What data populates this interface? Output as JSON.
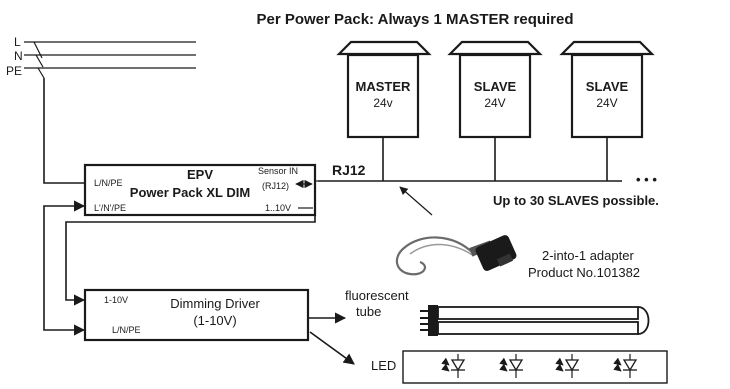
{
  "title": "Per Power Pack: Always 1 MASTER required",
  "mains": {
    "line_labels": [
      "L",
      "N",
      "PE"
    ]
  },
  "lamps": [
    {
      "name": "MASTER",
      "voltage": "24v"
    },
    {
      "name": "SLAVE",
      "voltage": "24V"
    },
    {
      "name": "SLAVE",
      "voltage": "24V"
    }
  ],
  "bus": {
    "label": "RJ12",
    "ellipsis": "• • •",
    "note": "Up to 30 SLAVES possible."
  },
  "power_pack": {
    "line1": "EPV",
    "line2": "Power Pack XL DIM",
    "port_in": "L/N/PE",
    "port_out": "L'/N'/PE",
    "sensor_label_1": "Sensor IN",
    "sensor_label_2": "(RJ12)",
    "dim_port": "1..10V"
  },
  "adapter": {
    "line1": "2-into-1 adapter",
    "line2": "Product No.101382"
  },
  "dimming_driver": {
    "title": "Dimming Driver",
    "subtitle": "(1-10V)",
    "port_dim": "1-10V",
    "port_power": "L/N/PE"
  },
  "outputs": {
    "fluorescent_1": "fluorescent",
    "fluorescent_2": "tube",
    "led": "LED"
  }
}
